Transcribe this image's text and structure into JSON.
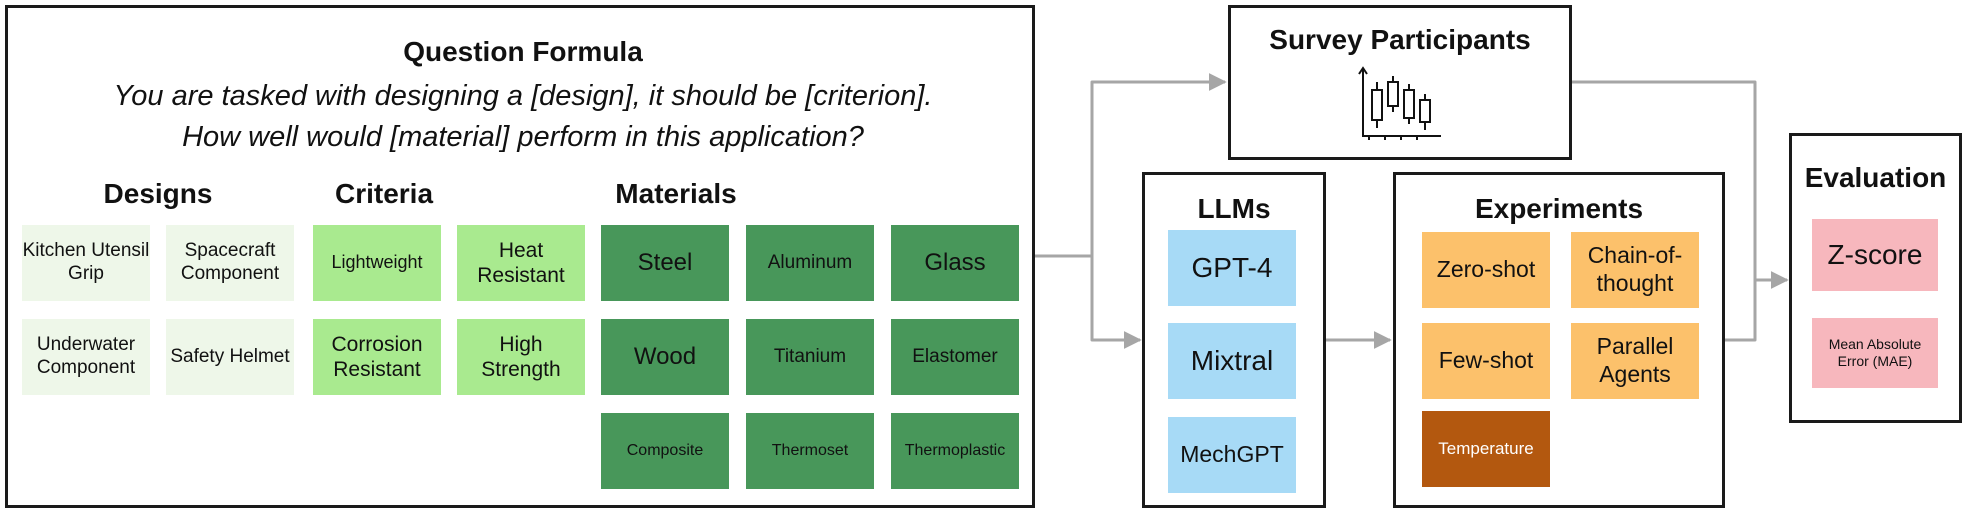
{
  "question": {
    "title": "Question Formula",
    "line1": "You are tasked with designing a [design], it should be [criterion].",
    "line2": "How well would [material] perform in this application?"
  },
  "designs": {
    "title": "Designs",
    "items": [
      "Kitchen Utensil Grip",
      "Spacecraft Component",
      "Underwater Component",
      "Safety Helmet"
    ]
  },
  "criteria": {
    "title": "Criteria",
    "items": [
      "Lightweight",
      "Heat Resistant",
      "Corrosion Resistant",
      "High Strength"
    ]
  },
  "materials": {
    "title": "Materials",
    "items": [
      "Steel",
      "Aluminum",
      "Glass",
      "Wood",
      "Titanium",
      "Elastomer",
      "Composite",
      "Thermoset",
      "Thermoplastic"
    ]
  },
  "survey": {
    "title": "Survey Participants",
    "icon": "candlestick-chart-icon"
  },
  "llms": {
    "title": "LLMs",
    "items": [
      "GPT-4",
      "Mixtral",
      "MechGPT"
    ]
  },
  "experiments": {
    "title": "Experiments",
    "items": [
      "Zero-shot",
      "Chain-of-thought",
      "Few-shot",
      "Parallel Agents",
      "Temperature"
    ]
  },
  "evaluation": {
    "title": "Evaluation",
    "items": [
      "Z-score",
      "Mean Absolute Error (MAE)"
    ]
  },
  "colors": {
    "design": "#eef7e9",
    "criterion": "#a9ea8f",
    "material": "#48975a",
    "llm": "#a7daf6",
    "experiment": "#fcc16b",
    "temperature": "#b3580f",
    "evaluation": "#f7b7bd",
    "arrow": "#a6a6a6"
  }
}
